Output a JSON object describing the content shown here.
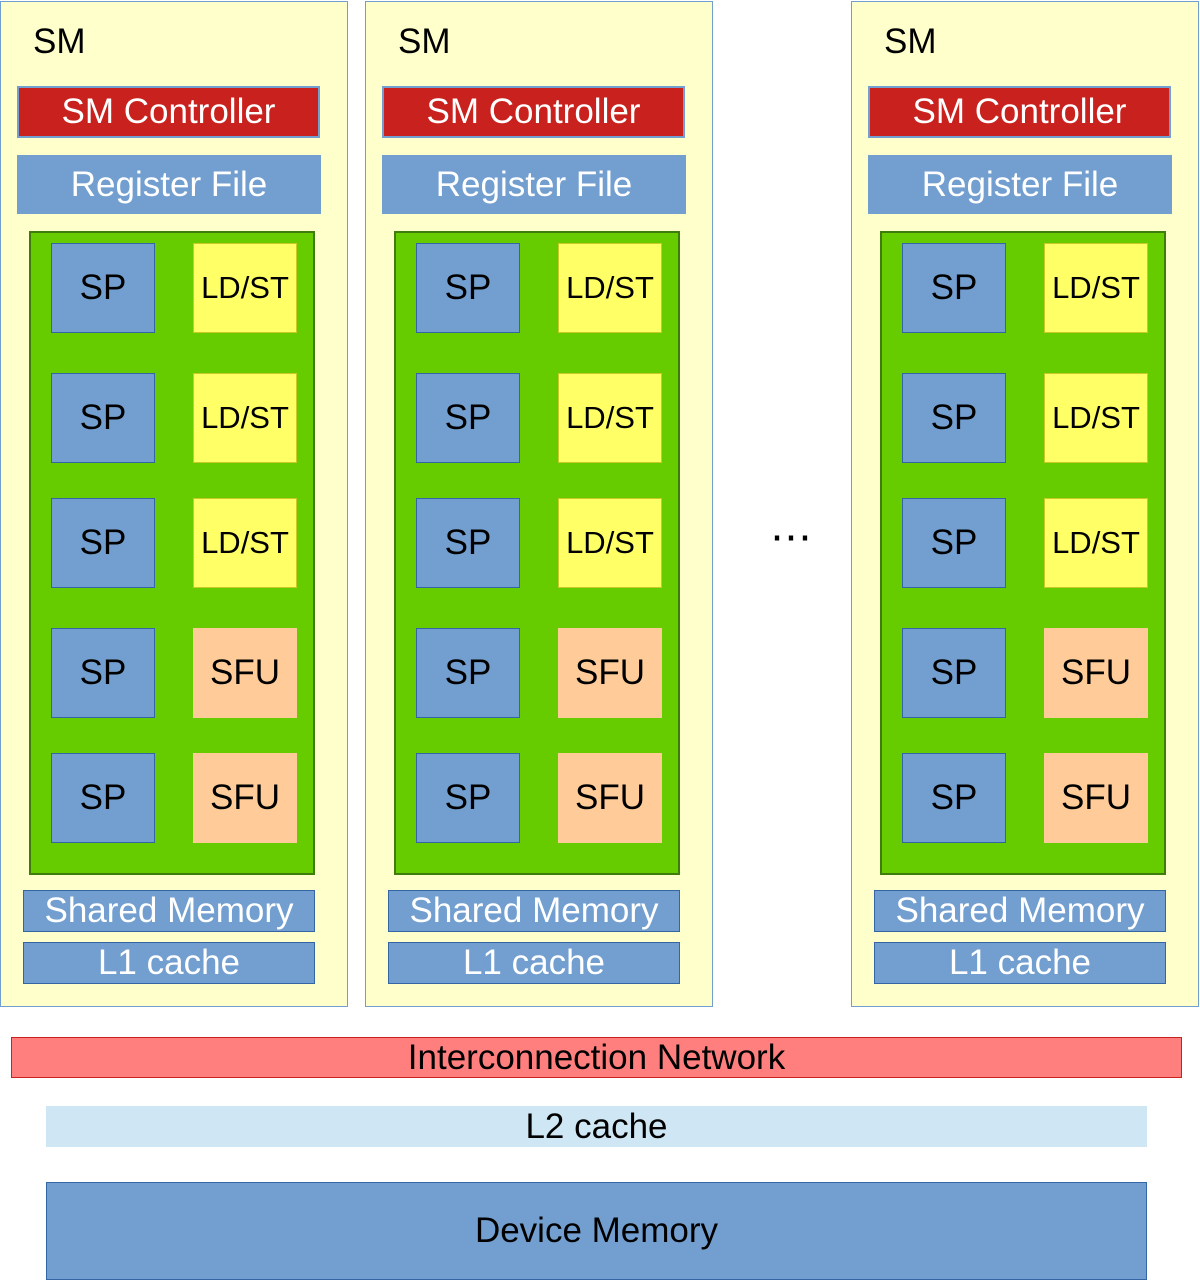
{
  "sms": [
    {
      "title": "SM",
      "controller": "SM Controller",
      "register_file": "Register File",
      "units": [
        {
          "left": "SP",
          "right": "LD/ST"
        },
        {
          "left": "SP",
          "right": "LD/ST"
        },
        {
          "left": "SP",
          "right": "LD/ST"
        },
        {
          "left": "SP",
          "right": "SFU"
        },
        {
          "left": "SP",
          "right": "SFU"
        }
      ],
      "shared_memory": "Shared Memory",
      "l1_cache": "L1 cache"
    },
    {
      "title": "SM",
      "controller": "SM Controller",
      "register_file": "Register File",
      "units": [
        {
          "left": "SP",
          "right": "LD/ST"
        },
        {
          "left": "SP",
          "right": "LD/ST"
        },
        {
          "left": "SP",
          "right": "LD/ST"
        },
        {
          "left": "SP",
          "right": "SFU"
        },
        {
          "left": "SP",
          "right": "SFU"
        }
      ],
      "shared_memory": "Shared Memory",
      "l1_cache": "L1 cache"
    },
    {
      "title": "SM",
      "controller": "SM Controller",
      "register_file": "Register File",
      "units": [
        {
          "left": "SP",
          "right": "LD/ST"
        },
        {
          "left": "SP",
          "right": "LD/ST"
        },
        {
          "left": "SP",
          "right": "LD/ST"
        },
        {
          "left": "SP",
          "right": "SFU"
        },
        {
          "left": "SP",
          "right": "SFU"
        }
      ],
      "shared_memory": "Shared Memory",
      "l1_cache": "L1 cache"
    }
  ],
  "ellipsis": "⋯",
  "interconnect": "Interconnection Network",
  "l2_cache": "L2 cache",
  "device_memory": "Device Memory",
  "colors": {
    "sm_background": "#ffffcc",
    "controller": "#c9211e",
    "register_file": "#729fcf",
    "core_area": "#66cc00",
    "sp": "#729fcf",
    "ldst": "#ffff66",
    "sfu": "#ffcc99",
    "interconnect": "#ff7f7f",
    "l2_cache": "#cfe7f5",
    "device_memory": "#729fcf"
  }
}
